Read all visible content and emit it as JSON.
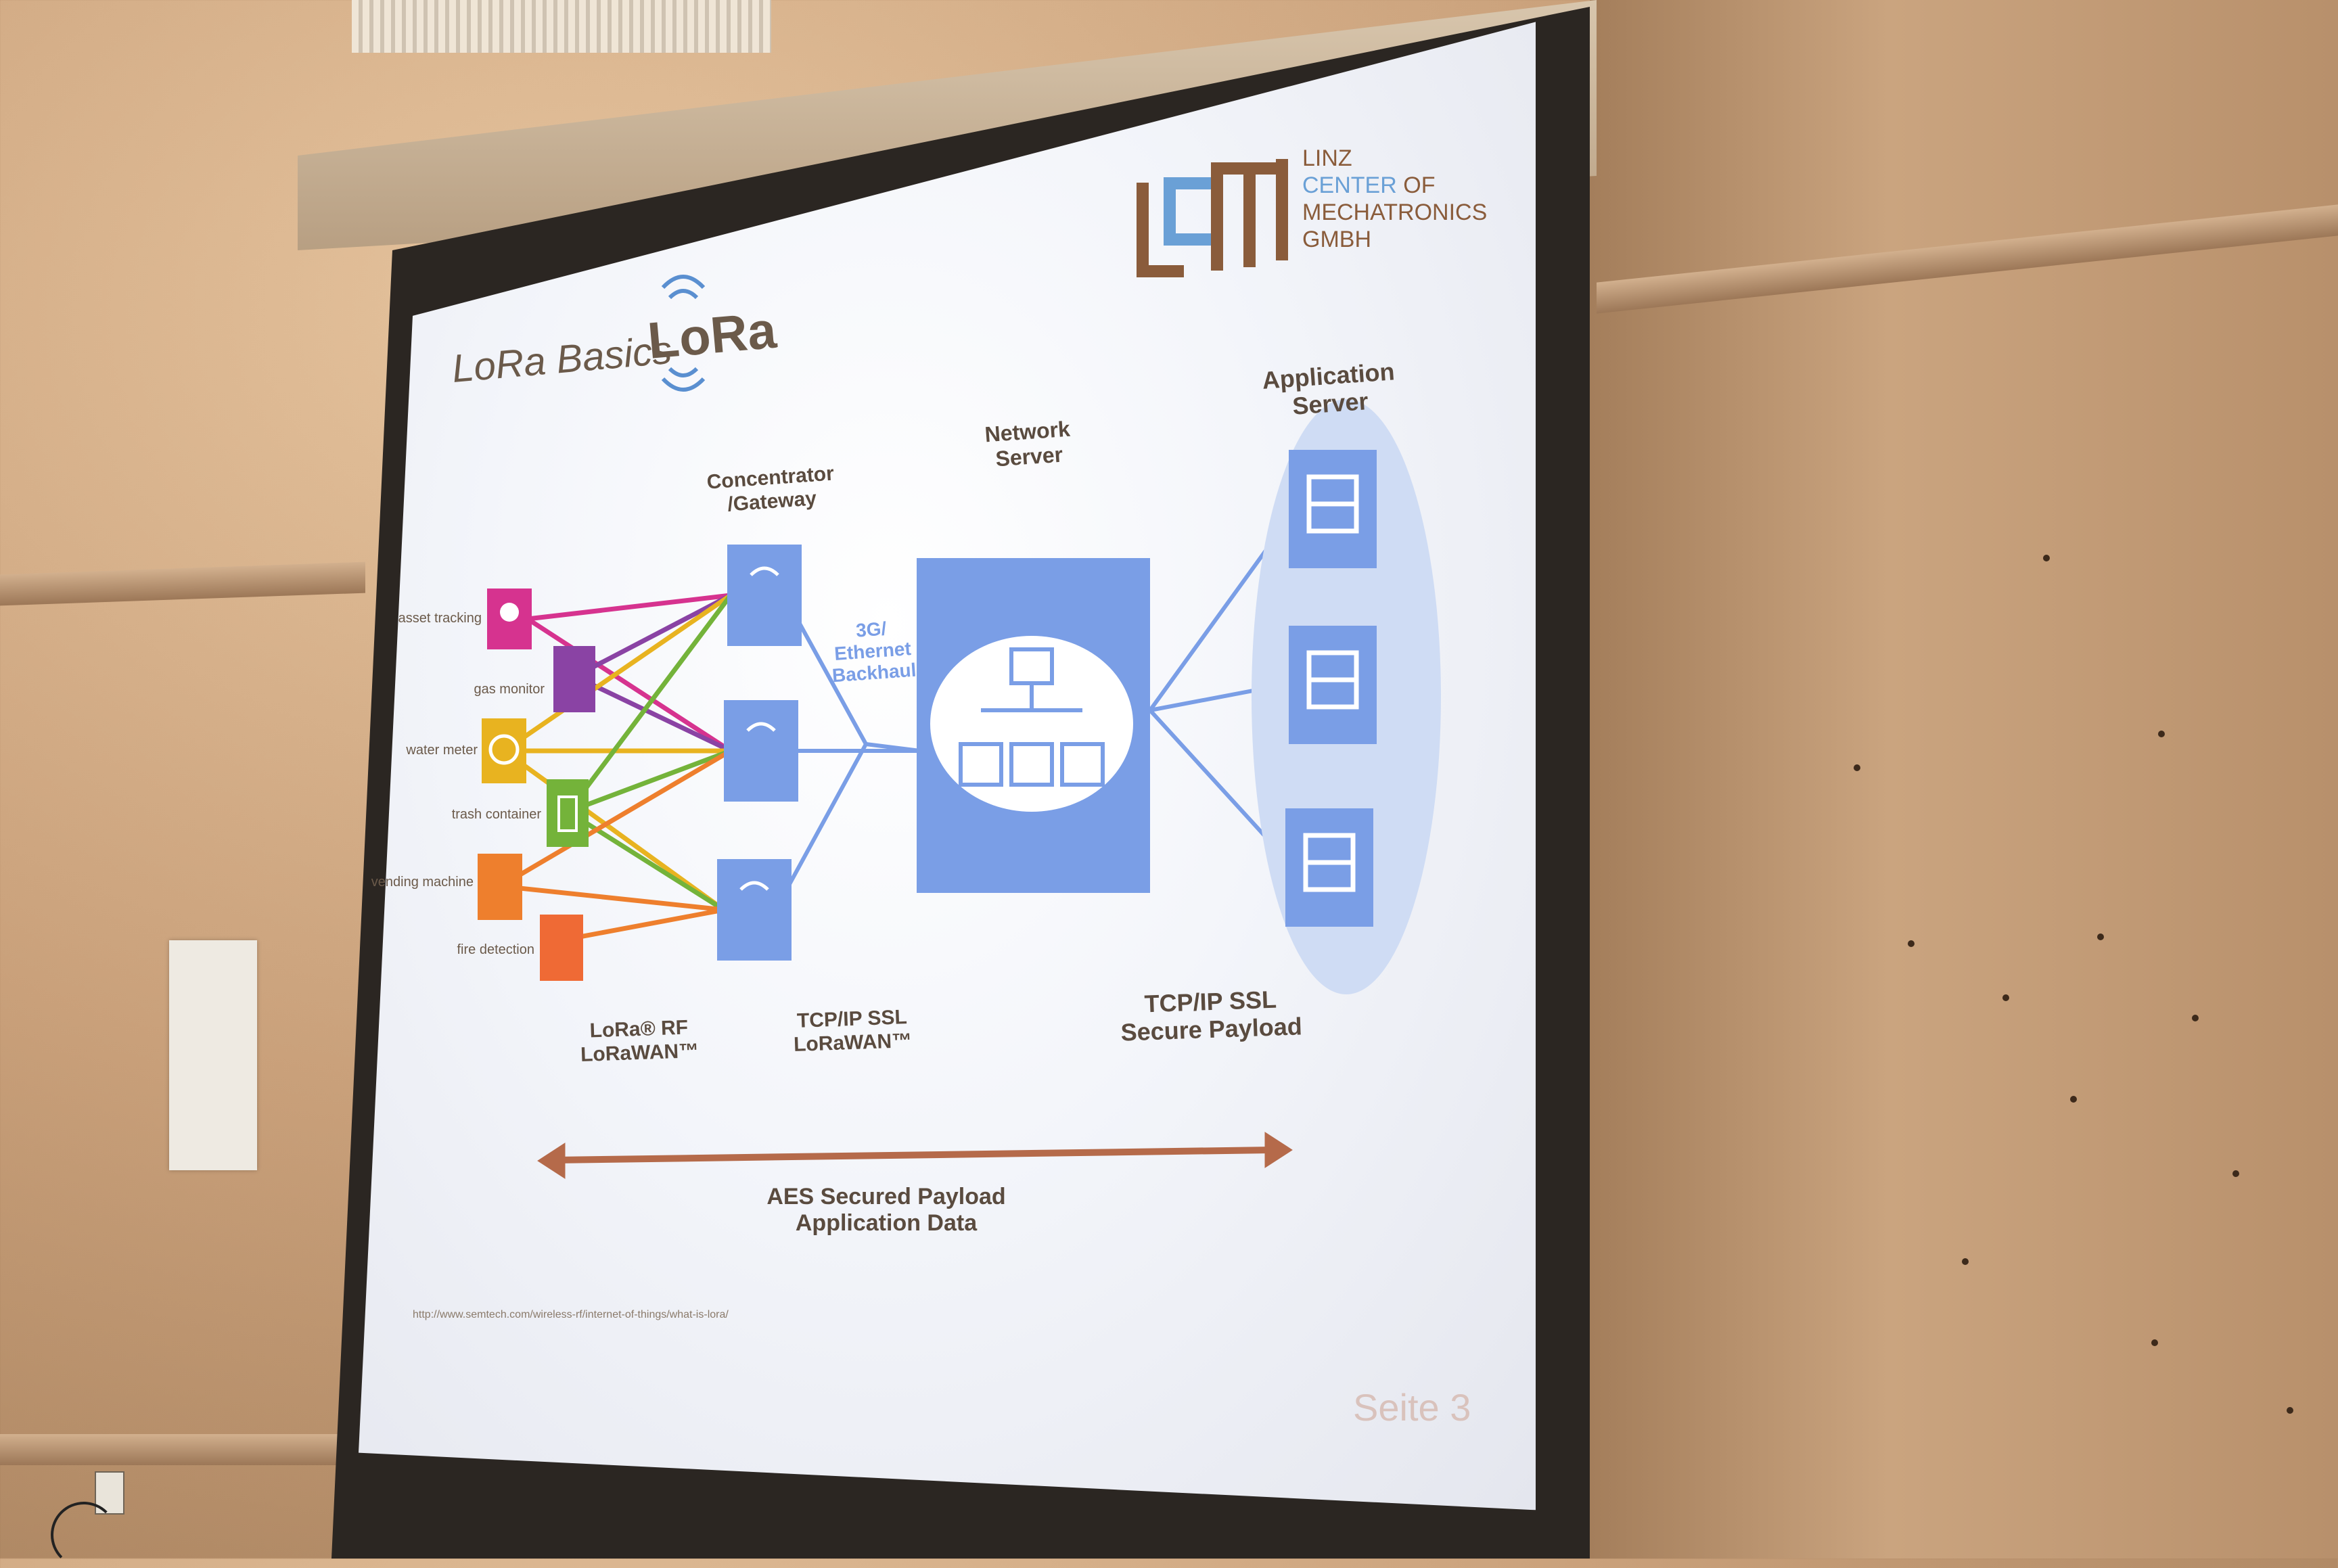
{
  "slide": {
    "title": "LoRa Basics",
    "lora_logo": "LoRa",
    "company": {
      "line1": "LINZ",
      "line2a": "CENTER",
      "line2b": " OF",
      "line3": "MECHATRONICS",
      "line4": "GMBH"
    },
    "labels": {
      "concentrator": "Concentrator\n/Gateway",
      "network_server": "Network\nServer",
      "application_server": "Application\nServer",
      "backhaul": "3G/\nEthernet\nBackhaul",
      "lora_rf": "LoRa® RF\nLoRaWAN™",
      "tcpip_lorawan": "TCP/IP SSL\nLoRaWAN™",
      "tcpip_secure": "TCP/IP SSL\nSecure Payload",
      "aes": "AES Secured Payload\nApplication Data",
      "url": "http://www.semtech.com/wireless-rf/internet-of-things/what-is-lora/",
      "page": "Seite 3"
    },
    "devices": [
      "asset\ntracking",
      "gas monitor",
      "water\nmeter",
      "trash container",
      "vending\nmachine",
      "fire detection"
    ],
    "colors": {
      "blue_box": "#7a9ee6",
      "cloud_bg": "#cfdcf4",
      "brown": "#b56a4a",
      "magenta": "#d6338f",
      "yellow": "#e8b320",
      "green": "#74b33a",
      "orange": "#ee7f2d",
      "purple": "#8a43a4"
    }
  }
}
